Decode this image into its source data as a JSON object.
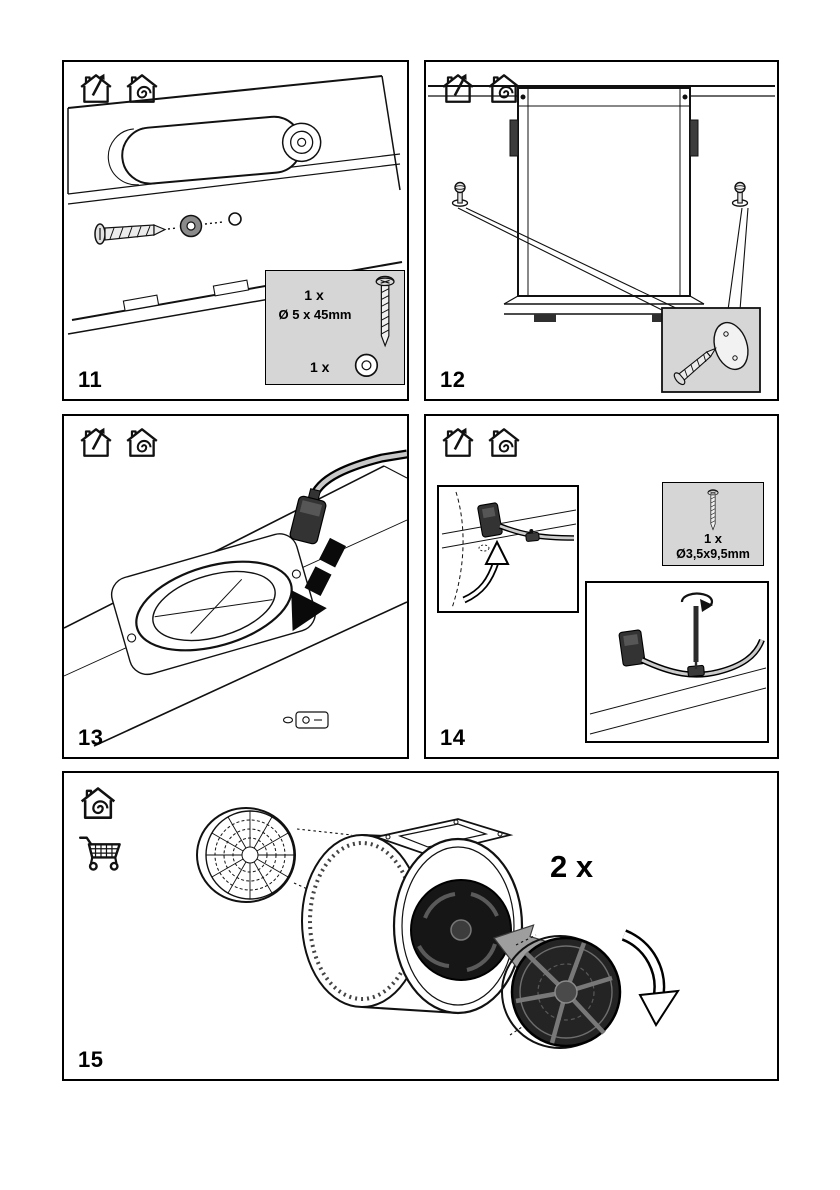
{
  "document": {
    "kind": "appliance-installation-instructions-page",
    "panels": [
      {
        "number": "11",
        "mode_icons": [
          "house-exhaust",
          "house-recirculation"
        ],
        "parts_inset": {
          "screw_qty": "1 x",
          "screw_size": "Ø 5 x 45mm",
          "washer_qty": "1 x",
          "items": [
            "screw",
            "washer"
          ]
        }
      },
      {
        "number": "12",
        "mode_icons": [
          "house-exhaust",
          "house-recirculation"
        ]
      },
      {
        "number": "13",
        "mode_icons": [
          "house-exhaust",
          "house-recirculation"
        ]
      },
      {
        "number": "14",
        "mode_icons": [
          "house-exhaust",
          "house-recirculation"
        ],
        "parts_inset": {
          "screw_qty": "1 x",
          "screw_size": "Ø3,5x9,5mm",
          "items": [
            "screw"
          ]
        }
      },
      {
        "number": "15",
        "mode_icons": [
          "house-recirculation",
          "shopping-cart"
        ],
        "quantity": "2 x"
      }
    ]
  }
}
